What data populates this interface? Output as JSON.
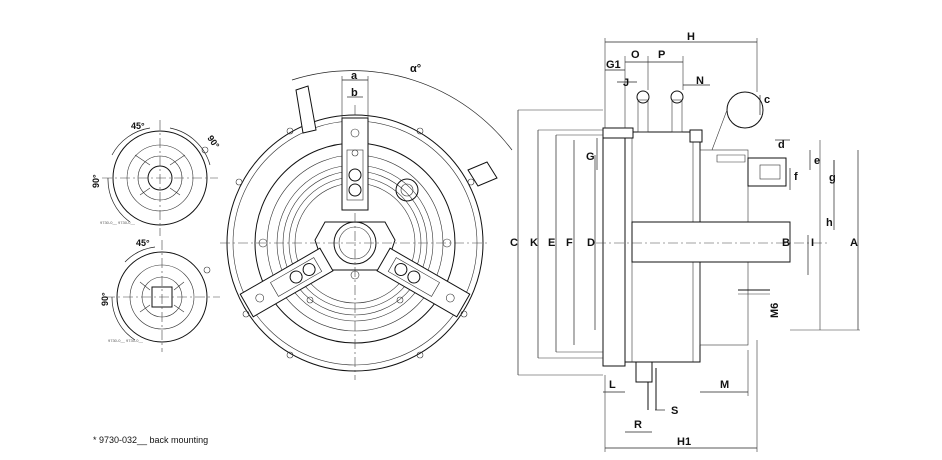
{
  "footnote": "* 9730-032__ back mounting",
  "top_view": {
    "dims": {
      "a": "a",
      "b": "b",
      "angle": "α°"
    }
  },
  "small_views": {
    "upper": {
      "angle_45": "45°",
      "angle_90_top": "90°",
      "angle_90_left": "90°"
    },
    "lower": {
      "angle_45": "45°",
      "angle_90_left": "90°"
    }
  },
  "side_view": {
    "top_dims": {
      "H": "H",
      "G1": "G1",
      "O": "O",
      "P": "P",
      "J": "J",
      "N": "N"
    },
    "left_dims": {
      "C": "C",
      "K": "K",
      "E": "E",
      "F": "F",
      "D": "D",
      "G": "G"
    },
    "right_dims": {
      "c": "c",
      "d": "d",
      "e": "e",
      "f": "f",
      "g": "g",
      "h": "h",
      "B": "B",
      "I": "I",
      "A": "A",
      "M6": "M6"
    },
    "bottom_dims": {
      "L": "L",
      "M": "M",
      "R": "R",
      "S": "S",
      "H1": "H1"
    }
  }
}
